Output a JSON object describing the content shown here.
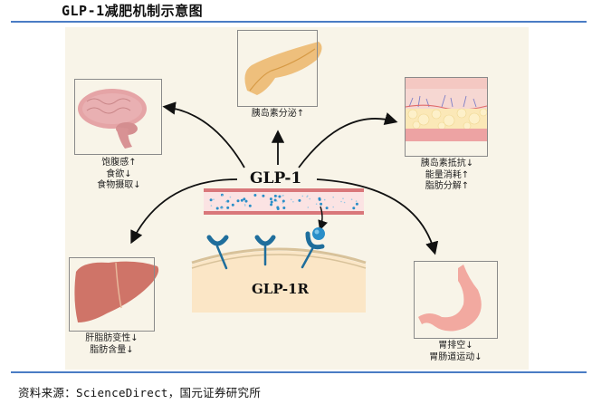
{
  "title": "GLP-1减肥机制示意图",
  "source": "资料来源：ScienceDirect，国元证券研究所",
  "center": {
    "hormone_label": "GLP-1",
    "receptor_label": "GLP-1R"
  },
  "organs": {
    "brain": {
      "icon": "brain-icon",
      "effects": [
        "饱腹感↑",
        "食欲↓",
        "食物摄取↓"
      ]
    },
    "pancreas": {
      "icon": "pancreas-icon",
      "effects": [
        "胰岛素分泌↑"
      ]
    },
    "adipose": {
      "icon": "adipose-tissue-icon",
      "effects": [
        "胰岛素抵抗↓",
        "能量消耗↑",
        "脂肪分解↑"
      ]
    },
    "liver": {
      "icon": "liver-icon",
      "effects": [
        "肝脂肪变性↓",
        "脂肪含量↓"
      ]
    },
    "stomach": {
      "icon": "stomach-icon",
      "effects": [
        "胃排空↓",
        "胃肠道运动↓"
      ]
    }
  },
  "colors": {
    "rule": "#4a7cc4",
    "panel": "#f8f4e8",
    "vessel_wall": "#d9777a",
    "receptor": "#1f6e9c",
    "glp_particle": "#2a8ec8"
  }
}
